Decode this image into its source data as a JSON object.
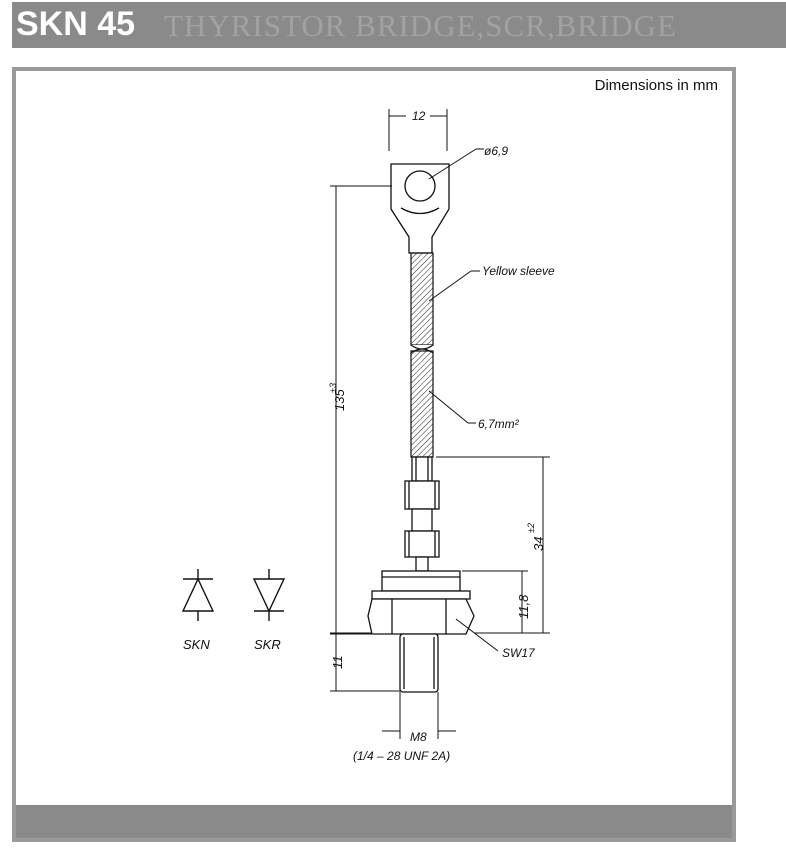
{
  "header": {
    "title": "SKN 45",
    "watermark": "THYRISTOR BRIDGE,SCR,BRIDGE"
  },
  "drawing": {
    "units_note": "Dimensions in mm",
    "labels": {
      "width_top": "12",
      "hole_dia": "ø6,9",
      "sleeve": "Yellow sleeve",
      "cross_section": "6,7mm²",
      "length_total": "135",
      "length_total_tol": "±3",
      "length_stud": "34",
      "length_stud_tol": "±2",
      "height_hex": "11,8",
      "thread_len": "11",
      "wrench": "SW17",
      "thread": "M8",
      "thread_spec": "(1/4 – 28 UNF 2A)"
    },
    "symbols": {
      "skn": "SKN",
      "skr": "SKR"
    }
  }
}
